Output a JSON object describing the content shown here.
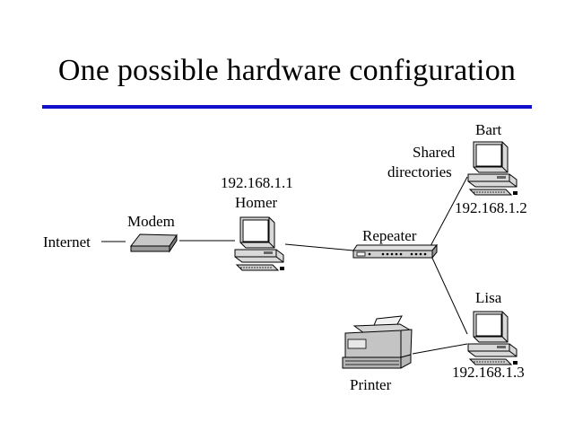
{
  "slide": {
    "title": "One possible hardware configuration",
    "accent_color": "#1010cc"
  },
  "diagram": {
    "labels": {
      "internet": "Internet",
      "modem": "Modem",
      "homer_ip": "192.168.1.1",
      "homer_name": "Homer",
      "repeater": "Repeater",
      "bart_name": "Bart",
      "bart_ip": "192.168.1.2",
      "shared_line1": "Shared",
      "shared_line2": "directories",
      "lisa_name": "Lisa",
      "lisa_ip": "192.168.1.3",
      "printer": "Printer"
    },
    "icons": [
      "modem-icon",
      "computer-icon",
      "repeater-icon",
      "printer-icon"
    ]
  }
}
